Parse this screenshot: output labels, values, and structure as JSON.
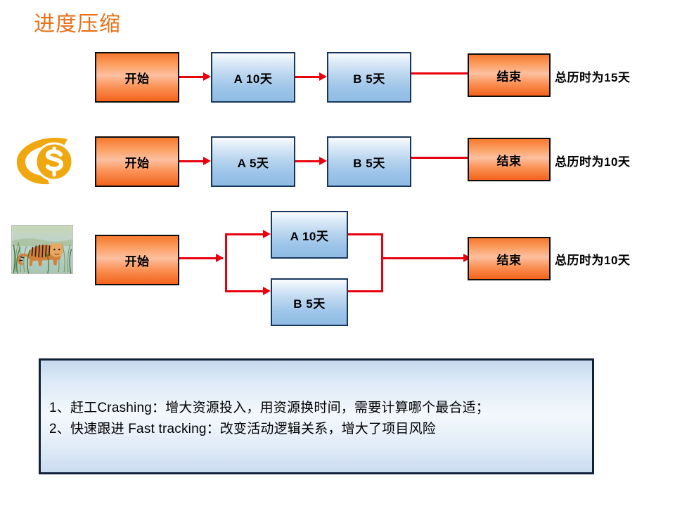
{
  "slide": {
    "title": "进度压缩"
  },
  "rows": [
    {
      "id": "baseline",
      "nodes": [
        {
          "label": "开始",
          "type": "orange"
        },
        {
          "label": "A 10天",
          "type": "blue"
        },
        {
          "label": "B  5天",
          "type": "blue"
        },
        {
          "label": "结束",
          "type": "orange"
        }
      ],
      "duration_note": "总历时为15天"
    },
    {
      "id": "crashing",
      "icon": "money-icon",
      "nodes": [
        {
          "label": "开始",
          "type": "orange"
        },
        {
          "label": "A 5天",
          "type": "blue"
        },
        {
          "label": "B  5天",
          "type": "blue"
        },
        {
          "label": "结束",
          "type": "orange"
        }
      ],
      "duration_note": "总历时为10天"
    },
    {
      "id": "fast-tracking",
      "icon": "tiger-image",
      "nodes": [
        {
          "label": "开始",
          "type": "orange"
        },
        {
          "label": "A 10天",
          "type": "blue"
        },
        {
          "label": "B  5天",
          "type": "blue"
        },
        {
          "label": "结束",
          "type": "orange"
        }
      ],
      "duration_note": "总历时为10天"
    }
  ],
  "note_box": {
    "lines": [
      "1、赶工Crashing：增大资源投入，用资源换时间，需要计算哪个最合适；",
      "2、快速跟进 Fast tracking：改变活动逻辑关系，增大了项目风险"
    ]
  },
  "colors": {
    "title": "#E8711A",
    "connector": "#E8000D",
    "orange_node": "#F4792E",
    "blue_node": "#9CC4E9",
    "note_border": "#12213a",
    "money_icon": "#EFA80F"
  }
}
